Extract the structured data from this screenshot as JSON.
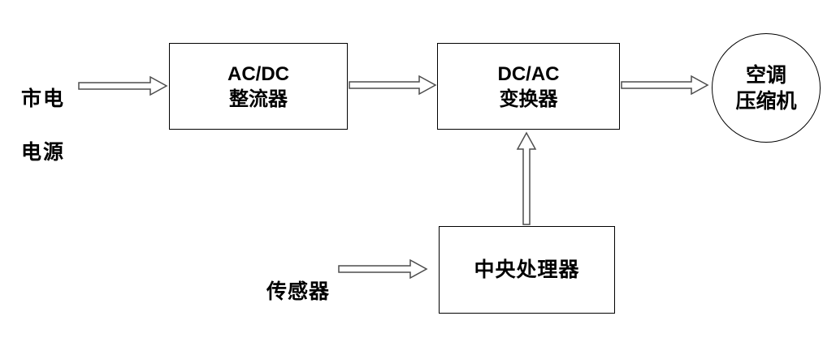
{
  "diagram": {
    "title": "air-conditioner-inverter-control-block-diagram",
    "colors": {
      "background": "#ffffff",
      "node_border": "#000000",
      "arrow_outline": "#4d4d4d",
      "arrow_fill": "#ffffff",
      "text": "#000000"
    },
    "nodes": {
      "mains": {
        "line1": "市电",
        "line2": "电源",
        "shape": "label"
      },
      "rectifier": {
        "line1": "AC/DC",
        "line2": "整流器",
        "shape": "rectangle"
      },
      "inverter": {
        "line1": "DC/AC",
        "line2": "变换器",
        "shape": "rectangle"
      },
      "compressor": {
        "line1": "空调",
        "line2": "压缩机",
        "shape": "circle"
      },
      "cpu": {
        "label": "中央处理器",
        "shape": "rectangle"
      },
      "sensor": {
        "label": "传感器",
        "shape": "label"
      }
    },
    "edges": [
      {
        "from": "mains",
        "to": "rectifier",
        "style": "hollow-block-arrow"
      },
      {
        "from": "rectifier",
        "to": "inverter",
        "style": "hollow-block-arrow"
      },
      {
        "from": "inverter",
        "to": "compressor",
        "style": "hollow-block-arrow"
      },
      {
        "from": "sensor",
        "to": "cpu",
        "style": "hollow-block-arrow"
      },
      {
        "from": "cpu",
        "to": "inverter",
        "style": "hollow-block-arrow"
      }
    ]
  }
}
